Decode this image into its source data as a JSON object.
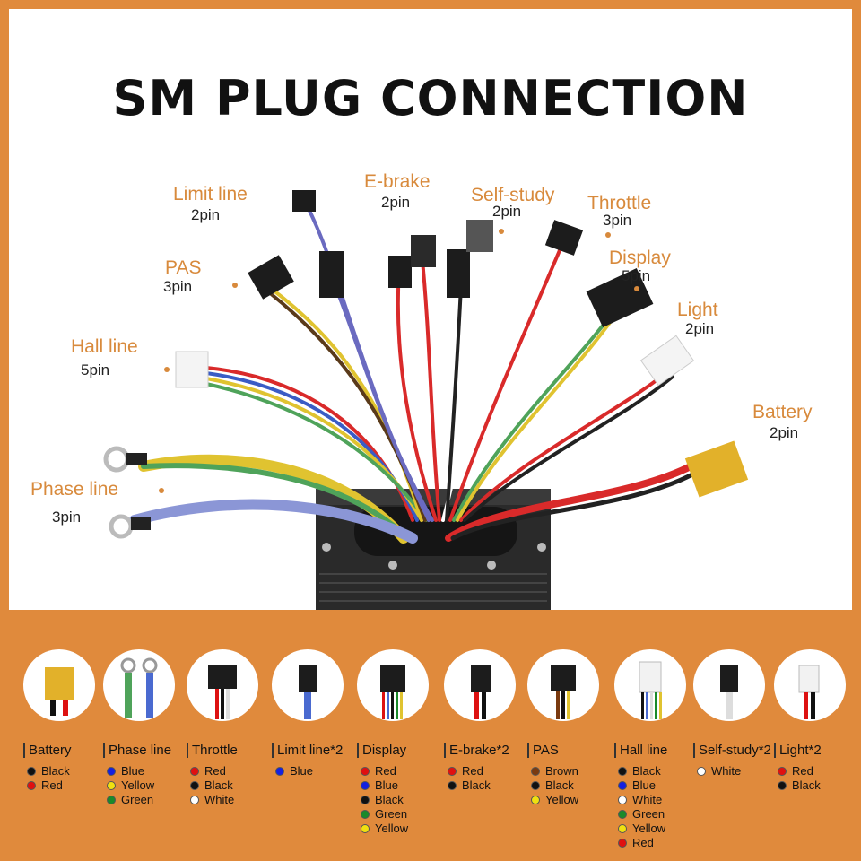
{
  "title": "SM PLUG CONNECTION",
  "callouts": [
    {
      "name": "Limit line",
      "pins": "2pin"
    },
    {
      "name": "E-brake",
      "pins": "2pin"
    },
    {
      "name": "Self-study",
      "pins": "2pin"
    },
    {
      "name": "Throttle",
      "pins": "3pin"
    },
    {
      "name": "PAS",
      "pins": "3pin"
    },
    {
      "name": "Display",
      "pins": "5pin"
    },
    {
      "name": "Light",
      "pins": "2pin"
    },
    {
      "name": "Hall line",
      "pins": "5pin"
    },
    {
      "name": "Battery",
      "pins": "2pin"
    },
    {
      "name": "Phase line",
      "pins": "3pin"
    }
  ],
  "colors": {
    "accent": "#d88a3c",
    "legend_background": "#e08a3c",
    "wire": {
      "Black": "#111111",
      "Red": "#e01010",
      "Blue": "#1420e0",
      "Yellow": "#f0e010",
      "Green": "#1a8a2a",
      "White": "#ffffff",
      "Brown": "#7a3a10"
    }
  },
  "legend": [
    {
      "name": "Battery",
      "icon": "xt60-connector-icon",
      "wires": [
        "Black",
        "Red"
      ]
    },
    {
      "name": "Phase line",
      "icon": "ring-terminal-icon",
      "wires": [
        "Blue",
        "Yellow",
        "Green"
      ]
    },
    {
      "name": "Throttle",
      "icon": "3pin-connector-icon",
      "wires": [
        "Red",
        "Black",
        "White"
      ]
    },
    {
      "name": "Limit line*2",
      "icon": "2pin-connector-icon",
      "wires": [
        "Blue"
      ]
    },
    {
      "name": "Display",
      "icon": "5pin-connector-icon",
      "wires": [
        "Red",
        "Blue",
        "Black",
        "Green",
        "Yellow"
      ]
    },
    {
      "name": "E-brake*2",
      "icon": "2pin-connector-icon",
      "wires": [
        "Red",
        "Black"
      ]
    },
    {
      "name": "PAS",
      "icon": "3pin-connector-icon",
      "wires": [
        "Brown",
        "Black",
        "Yellow"
      ]
    },
    {
      "name": "Hall line",
      "icon": "hall-connector-icon",
      "wires": [
        "Black",
        "Blue",
        "White",
        "Green",
        "Yellow",
        "Red"
      ]
    },
    {
      "name": "Self-study*2",
      "icon": "2pin-connector-icon",
      "wires": [
        "White"
      ]
    },
    {
      "name": "Light*2",
      "icon": "light-connector-icon",
      "wires": [
        "Red",
        "Black"
      ]
    }
  ]
}
